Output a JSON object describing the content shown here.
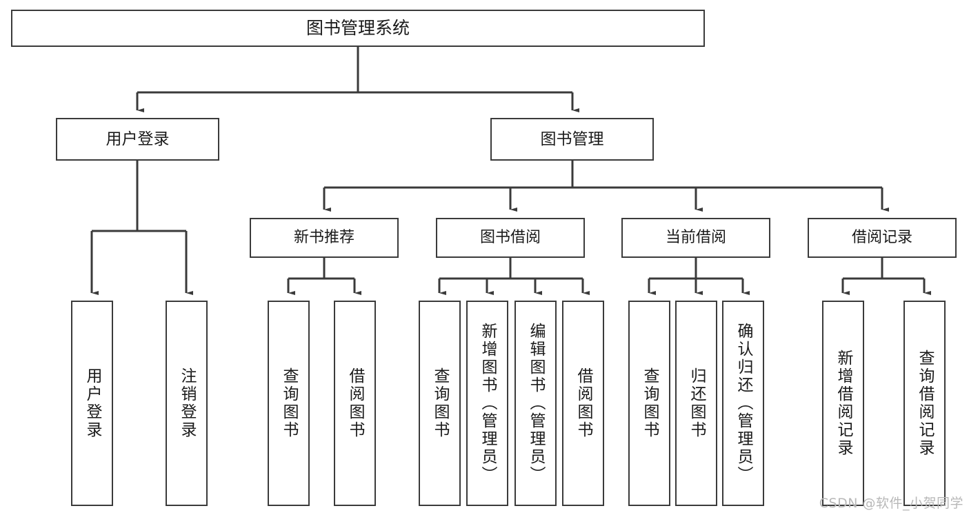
{
  "diagram": {
    "type": "hierarchy-tree",
    "title": "图书管理系统",
    "watermark": "CSDN @软件_小贺同学",
    "colors": {
      "border": "#3a3a3a",
      "background": "#ffffff",
      "text": "#1a1a1a",
      "watermark": "#b8b8b8"
    },
    "nodes": {
      "root": {
        "label": "图书管理系统"
      },
      "level2": [
        {
          "label": "用户登录"
        },
        {
          "label": "图书管理"
        }
      ],
      "level3": [
        {
          "label": "新书推荐"
        },
        {
          "label": "图书借阅"
        },
        {
          "label": "当前借阅"
        },
        {
          "label": "借阅记录"
        }
      ],
      "leaves": {
        "user_login": [
          {
            "label": "用户登录"
          },
          {
            "label": "注销登录"
          }
        ],
        "new_book": [
          {
            "label": "查询图书"
          },
          {
            "label": "借阅图书"
          }
        ],
        "book_borrow": [
          {
            "label": "查询图书"
          },
          {
            "label": "新增图书（管理员）"
          },
          {
            "label": "编辑图书（管理员）"
          },
          {
            "label": "借阅图书"
          }
        ],
        "current_borrow": [
          {
            "label": "查询图书"
          },
          {
            "label": "归还图书"
          },
          {
            "label": "确认归还（管理员）"
          }
        ],
        "borrow_record": [
          {
            "label": "新增借阅记录"
          },
          {
            "label": "查询借阅记录"
          }
        ]
      }
    }
  }
}
